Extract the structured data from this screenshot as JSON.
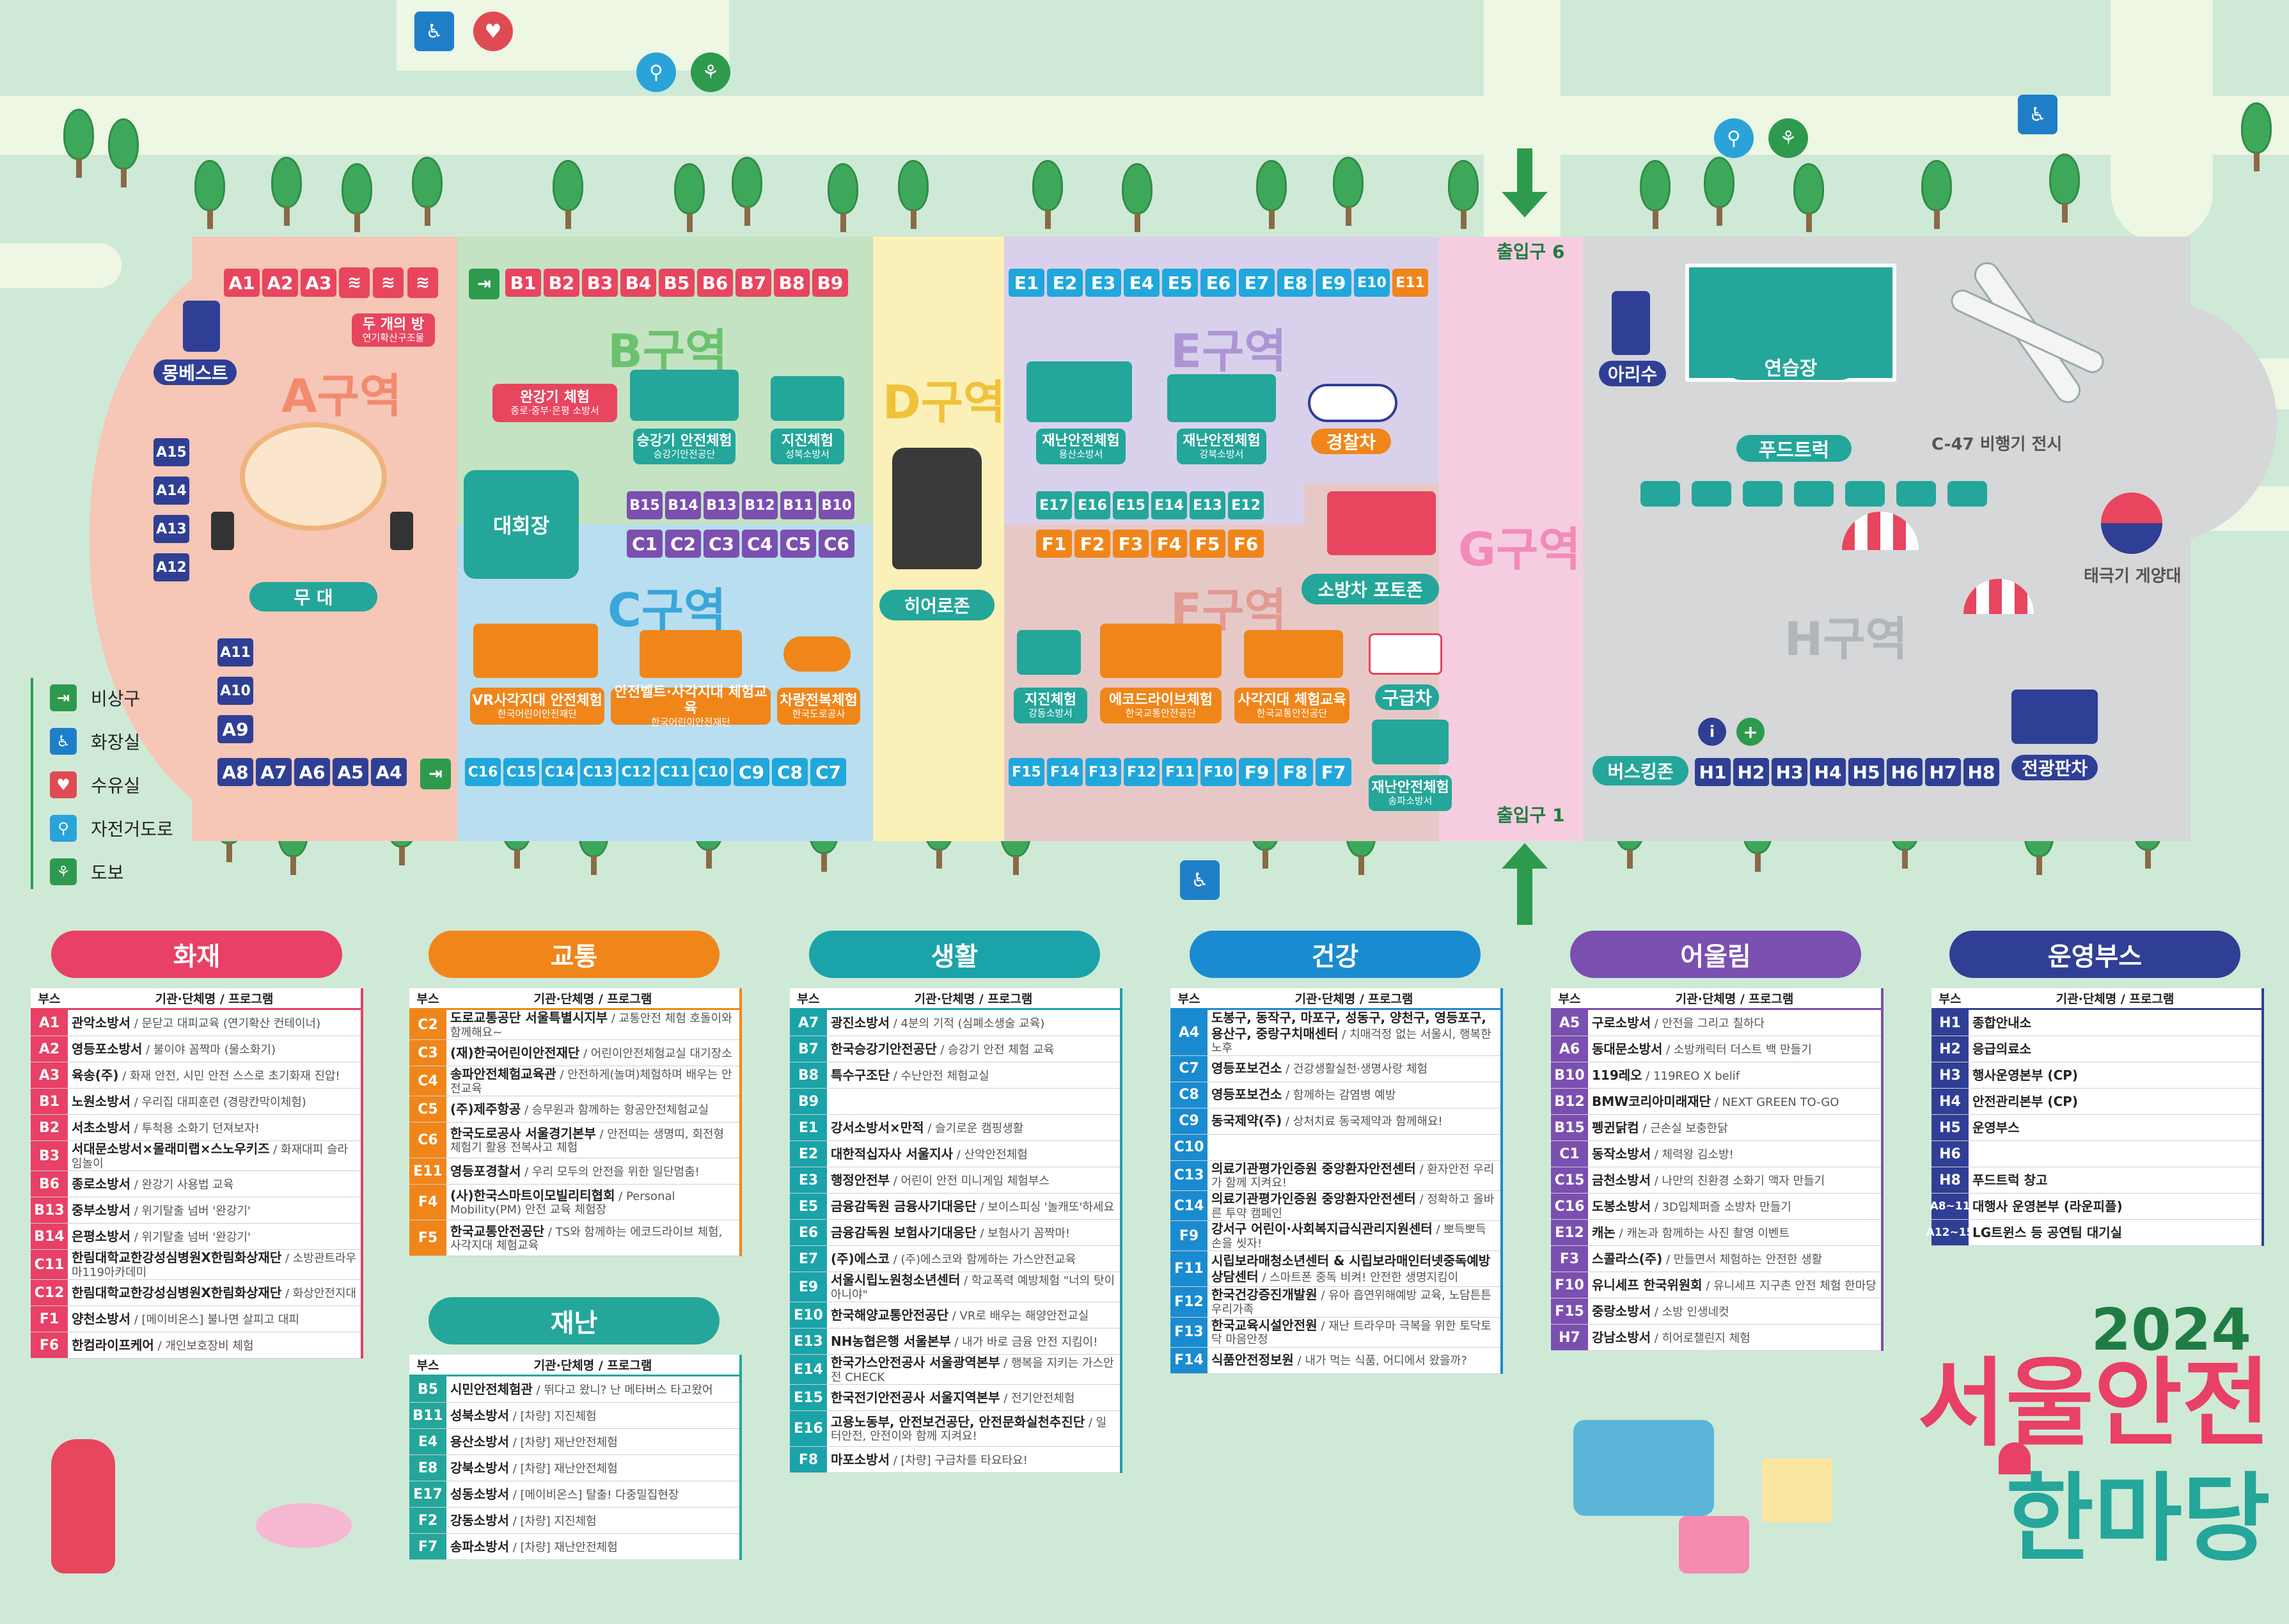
{
  "zones": {
    "A": "A구역",
    "B": "B구역",
    "C": "C구역",
    "D": "D구역",
    "E": "E구역",
    "F": "F구역",
    "G": "G구역",
    "H": "H구역"
  },
  "booths": {
    "a_top": [
      "A1",
      "A2",
      "A3"
    ],
    "a_left": [
      "A15",
      "A14",
      "A13",
      "A12"
    ],
    "a_left2": [
      "A11",
      "A10",
      "A9"
    ],
    "a_bottom": [
      "A8",
      "A7",
      "A6",
      "A5",
      "A4"
    ],
    "b_top": [
      "B1",
      "B2",
      "B3",
      "B4",
      "B5",
      "B6",
      "B7",
      "B8",
      "B9"
    ],
    "b_mid": [
      "B15",
      "B14",
      "B13",
      "B12",
      "B11",
      "B10"
    ],
    "c_mid": [
      "C1",
      "C2",
      "C3",
      "C4",
      "C5",
      "C6"
    ],
    "c_bottom": [
      "C16",
      "C15",
      "C14",
      "C13",
      "C12",
      "C11",
      "C10",
      "C9",
      "C8",
      "C7"
    ],
    "e_top": [
      "E1",
      "E2",
      "E3",
      "E4",
      "E5",
      "E6",
      "E7",
      "E8",
      "E9",
      "E10",
      "E11"
    ],
    "e_mid": [
      "E17",
      "E16",
      "E15",
      "E14",
      "E13",
      "E12"
    ],
    "f_mid": [
      "F1",
      "F2",
      "F3",
      "F4",
      "F5",
      "F6"
    ],
    "f_bottom": [
      "F15",
      "F14",
      "F13",
      "F12",
      "F11",
      "F10",
      "F9",
      "F8",
      "F7"
    ],
    "h_bottom": [
      "H1",
      "H2",
      "H3",
      "H4",
      "H5",
      "H6",
      "H7",
      "H8"
    ]
  },
  "labels": {
    "mongbaseu": "몽베스트",
    "dugae_m": "두 개의 방",
    "dugae_s": "연기확산구조물",
    "mudae": "무 대",
    "wangang_m": "완강기 체험",
    "wangang_s": "종로·중부·은평 소방서",
    "seunggang_m": "승강기 안전체험",
    "seunggang_s": "승강기안전공단",
    "jijin1_m": "지진체험",
    "jijin1_s": "성북소방서",
    "daehoejang": "대회장",
    "vr_m": "VR사각지대 안전체험",
    "vr_s": "한국어린이안전재단",
    "belt_m": "안전벨트·사각지대 체험교육",
    "belt_s": "한국어린이안전재단",
    "jeonbok_m": "차량전복체험",
    "jeonbok_s": "한국도로공사",
    "heroezone": "히어로존",
    "jaenan1_m": "재난안전체험",
    "jaenan1_s": "용산소방서",
    "jaenan2_m": "재난안전체험",
    "jaenan2_s": "강북소방서",
    "police": "경찰차",
    "firephoto": "소방차 포토존",
    "jijin2_m": "지진체험",
    "jijin2_s": "강동소방서",
    "eco_m": "에코드라이브체험",
    "eco_s": "한국교통안전공단",
    "sagak_m": "사각지대 체험교육",
    "sagak_s": "한국교통안전공단",
    "ambulance": "구급차",
    "jaenan3_m": "재난안전체험",
    "jaenan3_s": "송파소방서",
    "arisu": "아리수",
    "yeonseupjang": "연습장",
    "foodtruck": "푸드트럭",
    "c47": "C-47 비행기 전시",
    "taegeukgi": "태극기 게양대",
    "busking": "버스킹존",
    "jeongwang": "전광판차",
    "exit6": "출입구 6",
    "exit1": "출입구 1"
  },
  "legend": [
    {
      "icon": "emergency-exit-icon",
      "label": "비상구",
      "color": "#2e9a4e",
      "glyph": "⇥"
    },
    {
      "icon": "restroom-icon",
      "label": "화장실",
      "color": "#1e7fc8",
      "glyph": "♿"
    },
    {
      "icon": "nursing-room-icon",
      "label": "수유실",
      "color": "#e04a53",
      "glyph": "♥"
    },
    {
      "icon": "bicycle-road-icon",
      "label": "자전거도로",
      "color": "#29a3d8",
      "glyph": "⚲"
    },
    {
      "icon": "walkway-icon",
      "label": "도보",
      "color": "#2e9a4e",
      "glyph": "⚘"
    }
  ],
  "header_cols": {
    "booth": "부스",
    "org": "기관·단체명",
    "prog": "프로그램"
  },
  "categories": [
    {
      "key": "fire",
      "title": "화재",
      "color": "#e84066",
      "rows": [
        {
          "c": "A1",
          "o": "관악소방서",
          "p": "문닫고 대피교육 (연기확산 컨테이너)"
        },
        {
          "c": "A2",
          "o": "영등포소방서",
          "p": "불이야 꼼짝마 (물소화기)"
        },
        {
          "c": "A3",
          "o": "육송(주)",
          "p": "화재 안전, 시민 안전 스스로 초기화재 진압!"
        },
        {
          "c": "B1",
          "o": "노원소방서",
          "p": "우리집 대피훈련 (경량칸막이체험)"
        },
        {
          "c": "B2",
          "o": "서초소방서",
          "p": "투척용 소화기 던져보자!"
        },
        {
          "c": "B3",
          "o": "서대문소방서×몰래미랩×스노우키즈",
          "p": "화재대피 슬라임놀이"
        },
        {
          "c": "B6",
          "o": "종로소방서",
          "p": "완강기 사용법 교육"
        },
        {
          "c": "B13",
          "o": "중부소방서",
          "p": "위기탈출 넘버 '완강기'"
        },
        {
          "c": "B14",
          "o": "은평소방서",
          "p": "위기탈출 넘버 '완강기'"
        },
        {
          "c": "C11",
          "o": "한림대학교한강성심병원X한림화상재단",
          "p": "소방관트라우마119아카데미"
        },
        {
          "c": "C12",
          "o": "한림대학교한강성심병원X한림화상재단",
          "p": "화상안전지대"
        },
        {
          "c": "F1",
          "o": "양천소방서",
          "p": "[메이비온스] 불나면 살피고 대피"
        },
        {
          "c": "F6",
          "o": "한컴라이프케어",
          "p": "개인보호장비 체험"
        }
      ]
    },
    {
      "key": "traffic",
      "title": "교통",
      "color": "#f0861a",
      "rows": [
        {
          "c": "C2",
          "o": "도로교통공단 서울특별시지부",
          "p": "교통안전 체험 호돌이와 함께해요~"
        },
        {
          "c": "C3",
          "o": "(재)한국어린이안전재단",
          "p": "어린이안전체험교실 대기장소"
        },
        {
          "c": "C4",
          "o": "송파안전체험교육관",
          "p": "안전하게(놀며)체험하며 배우는 안전교육"
        },
        {
          "c": "C5",
          "o": "(주)제주항공",
          "p": "승무원과 함께하는 항공안전체험교실"
        },
        {
          "c": "C6",
          "o": "한국도로공사 서울경기본부",
          "p": "안전띠는 생명띠, 회전형 체험기 활용 전복사고 체험"
        },
        {
          "c": "E11",
          "o": "영등포경찰서",
          "p": "우리 모두의 안전을 위한 일단멈춤!"
        },
        {
          "c": "F4",
          "o": "(사)한국스마트이모빌리티협회",
          "p": "Personal Mobility(PM) 안전 교육 체험장"
        },
        {
          "c": "F5",
          "o": "한국교통안전공단",
          "p": "TS와 함께하는 에코드라이브 체험, 사각지대 체험교육"
        }
      ]
    },
    {
      "key": "disaster",
      "title": "재난",
      "color": "#24a69a",
      "rows": [
        {
          "c": "B5",
          "o": "시민안전체험관",
          "p": "뛰다고 왔니? 난 메타버스 타고왔어"
        },
        {
          "c": "B11",
          "o": "성북소방서",
          "p": "[차량] 지진체험"
        },
        {
          "c": "E4",
          "o": "용산소방서",
          "p": "[차량] 재난안전체험"
        },
        {
          "c": "E8",
          "o": "강북소방서",
          "p": "[차량] 재난안전체험"
        },
        {
          "c": "E17",
          "o": "성동소방서",
          "p": "[메이비온스] 탈출! 다중밀집현장"
        },
        {
          "c": "F2",
          "o": "강동소방서",
          "p": "[차량] 지진체험"
        },
        {
          "c": "F7",
          "o": "송파소방서",
          "p": "[차량] 재난안전체험"
        }
      ]
    },
    {
      "key": "life",
      "title": "생활",
      "color": "#1aa3a8",
      "rows": [
        {
          "c": "A7",
          "o": "광진소방서",
          "p": "4분의 기적 (심폐소생술 교육)"
        },
        {
          "c": "B7",
          "o": "한국승강기안전공단",
          "p": "승강기 안전 체험 교육"
        },
        {
          "c": "B8",
          "o": "특수구조단",
          "p": "수난안전 체험교실"
        },
        {
          "c": "B9",
          "o": "",
          "p": ""
        },
        {
          "c": "E1",
          "o": "강서소방서×만적",
          "p": "슬기로운 캠핑생활"
        },
        {
          "c": "E2",
          "o": "대한적십자사 서울지사",
          "p": "산악안전체험"
        },
        {
          "c": "E3",
          "o": "행정안전부",
          "p": "어린이 안전 미니게임 체험부스"
        },
        {
          "c": "E5",
          "o": "금융감독원 금융사기대응단",
          "p": "보이스피싱 '놀캐또'하세요"
        },
        {
          "c": "E6",
          "o": "금융감독원 보험사기대응단",
          "p": "보험사기 꼼짝마!"
        },
        {
          "c": "E7",
          "o": "(주)에스코",
          "p": "(주)에스코와 함께하는 가스안전교육"
        },
        {
          "c": "E9",
          "o": "서울시립노원청소년센터",
          "p": "학교폭력 예방체험 \"너의 탓이 아니야\""
        },
        {
          "c": "E10",
          "o": "한국해양교통안전공단",
          "p": "VR로 배우는 해양안전교실"
        },
        {
          "c": "E13",
          "o": "NH농협은행 서울본부",
          "p": "내가 바로 금융 안전 지킴이!"
        },
        {
          "c": "E14",
          "o": "한국가스안전공사 서울광역본부",
          "p": "행복을 지키는 가스안전 CHECK"
        },
        {
          "c": "E15",
          "o": "한국전기안전공사 서울지역본부",
          "p": "전기안전체험"
        },
        {
          "c": "E16",
          "o": "고용노동부, 안전보건공단, 안전문화실천추진단",
          "p": "일터안전, 안전이와 함께 지켜요!"
        },
        {
          "c": "F8",
          "o": "마포소방서",
          "p": "[차량] 구급차를 타요타요!"
        }
      ]
    },
    {
      "key": "health",
      "title": "건강",
      "color": "#1a8bd0",
      "rows": [
        {
          "c": "A4",
          "o": "도봉구, 동작구, 마포구, 성동구, 양천구, 영등포구, 용산구, 중랑구치매센터",
          "p": "치매걱정 없는 서울시, 행복한 노후"
        },
        {
          "c": "C7",
          "o": "영등포보건소",
          "p": "건강생활실천·생명사랑 체험"
        },
        {
          "c": "C8",
          "o": "영등포보건소",
          "p": "함께하는 감염병 예방"
        },
        {
          "c": "C9",
          "o": "동국제약(주)",
          "p": "상처치료 동국제약과 함께해요!"
        },
        {
          "c": "C10",
          "o": "",
          "p": ""
        },
        {
          "c": "C13",
          "o": "의료기관평가인증원 중앙환자안전센터",
          "p": "환자안전 우리가 함께 지켜요!"
        },
        {
          "c": "C14",
          "o": "의료기관평가인증원 중앙환자안전센터",
          "p": "정확하고 올바른 투약 캠페인"
        },
        {
          "c": "F9",
          "o": "강서구 어린이·사회복지급식관리지원센터",
          "p": "뽀득뽀득 손을 씻자!"
        },
        {
          "c": "F11",
          "o": "시립보라매청소년센터 & 시립보라매인터넷중독예방상담센터",
          "p": "스마트폰 중독 비켜! 안전한 생명지킴이"
        },
        {
          "c": "F12",
          "o": "한국건강증진개발원",
          "p": "유아 흡연위해예방 교육, 노담튼튼 우리가족"
        },
        {
          "c": "F13",
          "o": "한국교육시설안전원",
          "p": "재난 트라우마 극복을 위한 토닥토닥 마음안정"
        },
        {
          "c": "F14",
          "o": "식품안전정보원",
          "p": "내가 먹는 식품, 어디에서 왔을까?"
        }
      ]
    },
    {
      "key": "together",
      "title": "어울림",
      "color": "#7b4fb0",
      "rows": [
        {
          "c": "A5",
          "o": "구로소방서",
          "p": "안전을 그리고 칠하다"
        },
        {
          "c": "A6",
          "o": "동대문소방서",
          "p": "소방캐릭터 더스트 백 만들기"
        },
        {
          "c": "B10",
          "o": "119레오",
          "p": "119REO X belif"
        },
        {
          "c": "B12",
          "o": "BMW코리아미래재단",
          "p": "NEXT GREEN TO-GO"
        },
        {
          "c": "B15",
          "o": "펭귄닭컴",
          "p": "근손실 보충한닭"
        },
        {
          "c": "C1",
          "o": "동작소방서",
          "p": "체력왕 김소방!"
        },
        {
          "c": "C15",
          "o": "금천소방서",
          "p": "나만의 친환경 소화기 액자 만들기"
        },
        {
          "c": "C16",
          "o": "도봉소방서",
          "p": "3D입체퍼즐 소방차 만들기"
        },
        {
          "c": "E12",
          "o": "캐논",
          "p": "캐논과 함께하는 사진 촬영 이벤트"
        },
        {
          "c": "F3",
          "o": "스콜라스(주)",
          "p": "만들면서 체험하는 안전한 생활"
        },
        {
          "c": "F10",
          "o": "유니세프 한국위원회",
          "p": "유니세프 지구촌 안전 체험 한마당"
        },
        {
          "c": "F15",
          "o": "중랑소방서",
          "p": "소방 인생네컷"
        },
        {
          "c": "H7",
          "o": "강남소방서",
          "p": "히어로챌린지 체험"
        }
      ]
    },
    {
      "key": "ops",
      "title": "운영부스",
      "color": "#2f3f95",
      "rows": [
        {
          "c": "H1",
          "o": "종합안내소",
          "p": ""
        },
        {
          "c": "H2",
          "o": "응급의료소",
          "p": ""
        },
        {
          "c": "H3",
          "o": "행사운영본부 (CP)",
          "p": ""
        },
        {
          "c": "H4",
          "o": "안전관리본부 (CP)",
          "p": ""
        },
        {
          "c": "H5",
          "o": "운영부스",
          "p": ""
        },
        {
          "c": "H6",
          "o": "",
          "p": ""
        },
        {
          "c": "H8",
          "o": "푸드트럭 창고",
          "p": ""
        },
        {
          "c": "A8~11",
          "o": "대행사 운영본부 (라운피플)",
          "p": ""
        },
        {
          "c": "A12~15",
          "o": "LG트윈스 등 공연팀 대기실",
          "p": ""
        }
      ]
    }
  ],
  "event": {
    "year": "2024",
    "line1": "서울안전",
    "line2": "한마당"
  }
}
